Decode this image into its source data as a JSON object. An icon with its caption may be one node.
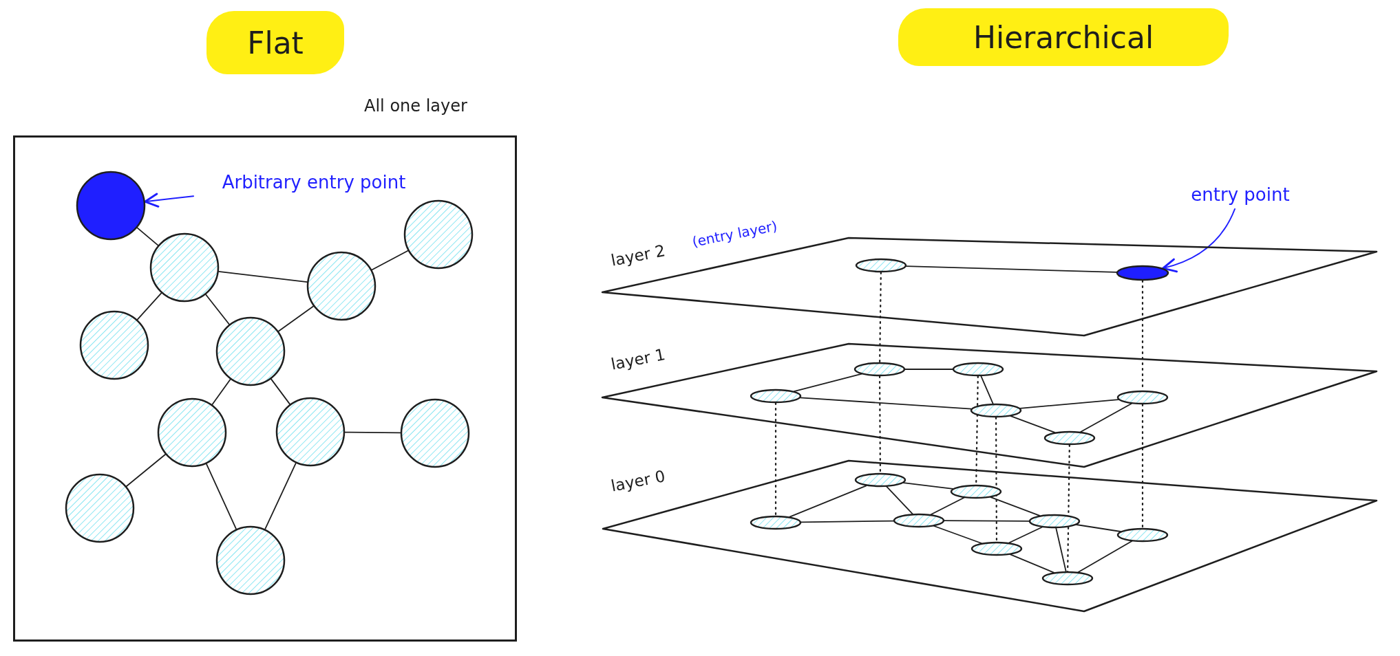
{
  "diagram": {
    "nodes": [
      {
        "text": [
          "All one layer"
        ]
      },
      {
        "text": [
          "Arbitrary entry point"
        ],
        "in": 0
      },
      {
        "text": [],
        "shape": "circle",
        "in": 0
      },
      {
        "text": [],
        "shape": "circle",
        "in": 0
      },
      {
        "text": [],
        "shape": "circle",
        "in": 0
      },
      {
        "text": [],
        "shape": "circle",
        "in": 0
      },
      {
        "text": [],
        "shape": "circle",
        "in": 0
      },
      {
        "text": [],
        "shape": "circle",
        "in": 0
      },
      {
        "text": [],
        "shape": "circle",
        "in": 0
      },
      {
        "text": [],
        "shape": "circle",
        "in": 0
      },
      {
        "text": [],
        "shape": "circle",
        "in": 0
      },
      {
        "text": [],
        "shape": "circle",
        "in": 0
      },
      {
        "text": [],
        "shape": "circle",
        "in": 0
      },
      {
        "text": [
          "entry point"
        ]
      },
      {
        "text": [
          "layer 2",
          "(entry layer)"
        ]
      },
      {
        "text": [],
        "shape": "ellipse",
        "in": 14
      },
      {
        "text": [],
        "shape": "ellipse",
        "in": 14
      },
      {
        "text": [
          "layer 1"
        ]
      },
      {
        "text": [],
        "shape": "ellipse",
        "in": 17
      },
      {
        "text": [],
        "shape": "ellipse",
        "in": 17
      },
      {
        "text": [],
        "shape": "ellipse",
        "in": 17
      },
      {
        "text": [],
        "shape": "ellipse",
        "in": 17
      },
      {
        "text": [],
        "shape": "ellipse",
        "in": 17
      },
      {
        "text": [],
        "shape": "ellipse",
        "in": 17
      },
      {
        "text": [
          "layer 0"
        ]
      },
      {
        "text": [],
        "shape": "ellipse",
        "in": 24
      },
      {
        "text": [],
        "shape": "ellipse",
        "in": 24
      },
      {
        "text": [],
        "shape": "ellipse",
        "in": 24
      },
      {
        "text": [],
        "shape": "ellipse",
        "in": 24
      },
      {
        "text": [],
        "shape": "ellipse",
        "in": 24
      },
      {
        "text": [],
        "shape": "ellipse",
        "in": 24
      },
      {
        "text": [],
        "shape": "ellipse",
        "in": 24
      },
      {
        "text": [],
        "shape": "ellipse",
        "in": 24
      }
    ],
    "edges": [
      {
        "from": 1,
        "to": 2,
        "arrow": "to",
        "color": "#1f1fff"
      },
      {
        "from": 2,
        "to": 3,
        "arrow": "none"
      },
      {
        "from": 3,
        "to": 4,
        "arrow": "none"
      },
      {
        "from": 4,
        "to": 5,
        "arrow": "none"
      },
      {
        "from": 3,
        "to": 6,
        "arrow": "none"
      },
      {
        "from": 3,
        "to": 7,
        "arrow": "none"
      },
      {
        "from": 7,
        "to": 4,
        "arrow": "none"
      },
      {
        "from": 7,
        "to": 8,
        "arrow": "none"
      },
      {
        "from": 7,
        "to": 9,
        "arrow": "none"
      },
      {
        "from": 9,
        "to": 10,
        "arrow": "none"
      },
      {
        "from": 8,
        "to": 11,
        "arrow": "none"
      },
      {
        "from": 8,
        "to": 12,
        "arrow": "none"
      },
      {
        "from": 9,
        "to": 12,
        "arrow": "none"
      },
      {
        "from": 13,
        "to": 16,
        "arrow": "to",
        "color": "#1f1fff"
      },
      {
        "from": 15,
        "to": 16,
        "arrow": "none"
      },
      {
        "from": 18,
        "to": 19,
        "arrow": "none"
      },
      {
        "from": 18,
        "to": 20,
        "arrow": "none"
      },
      {
        "from": 19,
        "to": 22,
        "arrow": "none"
      },
      {
        "from": 20,
        "to": 22,
        "arrow": "none"
      },
      {
        "from": 22,
        "to": 21,
        "arrow": "none"
      },
      {
        "from": 22,
        "to": 23,
        "arrow": "none"
      },
      {
        "from": 23,
        "to": 21,
        "arrow": "none"
      },
      {
        "from": 25,
        "to": 27,
        "arrow": "none"
      },
      {
        "from": 25,
        "to": 28,
        "arrow": "none"
      },
      {
        "from": 25,
        "to": 26,
        "arrow": "none"
      },
      {
        "from": 26,
        "to": 28,
        "arrow": "none"
      },
      {
        "from": 27,
        "to": 28,
        "arrow": "none"
      },
      {
        "from": 28,
        "to": 29,
        "arrow": "none"
      },
      {
        "from": 26,
        "to": 29,
        "arrow": "none"
      },
      {
        "from": 28,
        "to": 31,
        "arrow": "none"
      },
      {
        "from": 31,
        "to": 29,
        "arrow": "none"
      },
      {
        "from": 29,
        "to": 30,
        "arrow": "none"
      },
      {
        "from": 29,
        "to": 32,
        "arrow": "none"
      },
      {
        "from": 31,
        "to": 32,
        "arrow": "none"
      },
      {
        "from": 30,
        "to": 32,
        "arrow": "none"
      },
      {
        "from": 15,
        "to": 18,
        "arrow": "none",
        "style": "dashed"
      },
      {
        "from": 16,
        "to": 21,
        "arrow": "none",
        "style": "dashed"
      },
      {
        "from": 20,
        "to": 27,
        "arrow": "none",
        "style": "dashed"
      },
      {
        "from": 18,
        "to": 25,
        "arrow": "none",
        "style": "dashed"
      },
      {
        "from": 19,
        "to": 26,
        "arrow": "none",
        "style": "dashed"
      },
      {
        "from": 22,
        "to": 31,
        "arrow": "none",
        "style": "dashed"
      },
      {
        "from": 23,
        "to": 32,
        "arrow": "none",
        "style": "dashed"
      },
      {
        "from": 21,
        "to": 30,
        "arrow": "none",
        "style": "dashed"
      }
    ],
    "labels": [
      "Flat",
      "Hierarchical"
    ]
  }
}
